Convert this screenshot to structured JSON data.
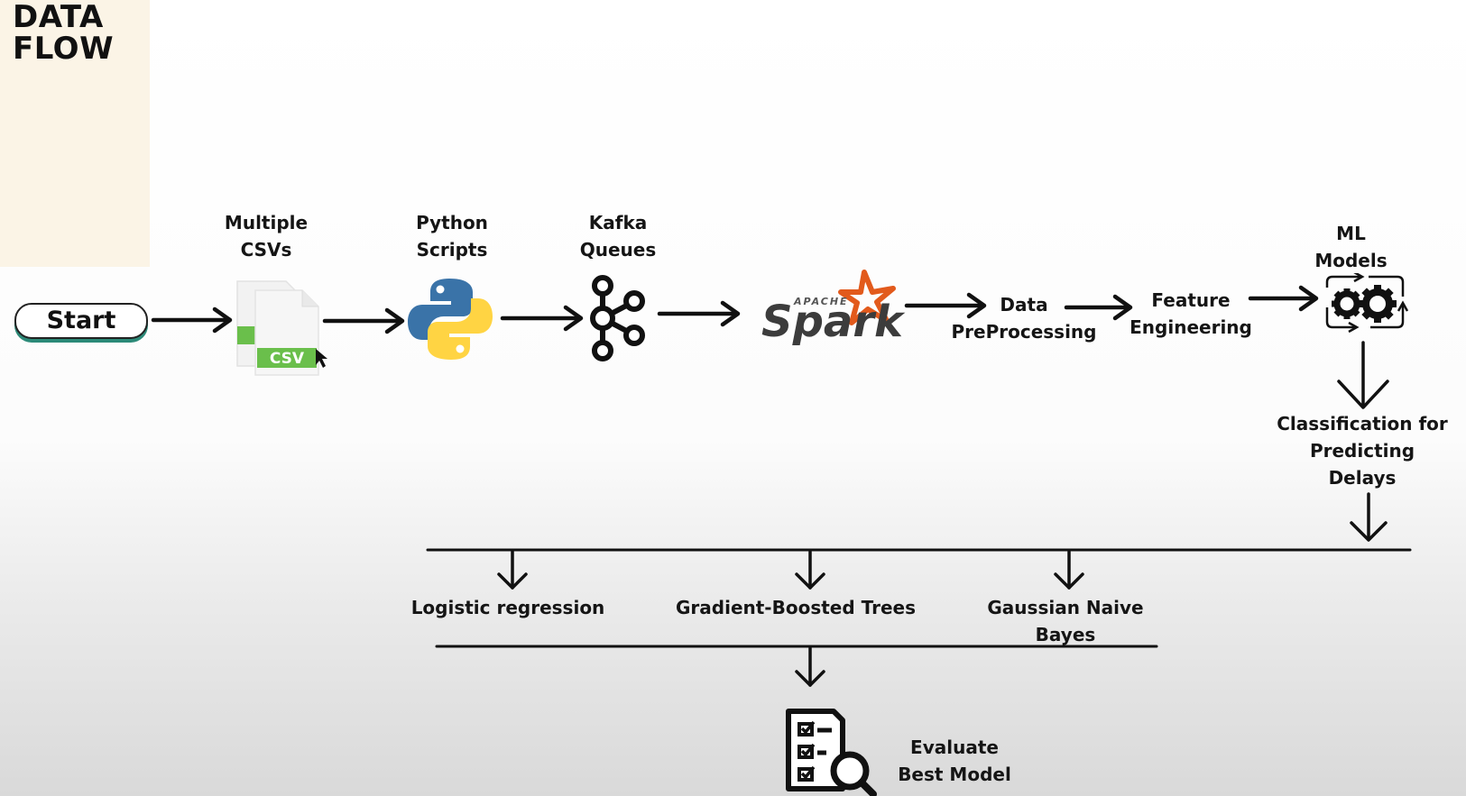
{
  "header": {
    "title": "DATA\nFLOW"
  },
  "start": {
    "label": "Start"
  },
  "pipeline": [
    {
      "id": "csvs",
      "label": "Multiple\nCSVs",
      "icon": "csv-files-icon",
      "badge": "CSV"
    },
    {
      "id": "python",
      "label": "Python\nScripts",
      "icon": "python-logo-icon"
    },
    {
      "id": "kafka",
      "label": "Kafka\nQueues",
      "icon": "kafka-logo-icon"
    },
    {
      "id": "spark",
      "label": "",
      "icon": "apache-spark-logo-icon",
      "logo_small": "APACHE",
      "logo_main": "Spark"
    },
    {
      "id": "preprocessing",
      "label": "Data\nPreProcessing"
    },
    {
      "id": "feature-eng",
      "label": "Feature\nEngineering"
    },
    {
      "id": "ml-models",
      "label": "ML\nModels",
      "icon": "gears-icon"
    }
  ],
  "classification": {
    "label": "Classification for\nPredicting\nDelays"
  },
  "models": [
    {
      "label": "Logistic regression"
    },
    {
      "label": "Gradient-Boosted Trees"
    },
    {
      "label": "Gaussian Naive Bayes"
    }
  ],
  "evaluate": {
    "label": "Evaluate\nBest Model",
    "icon": "evaluation-checklist-icon"
  },
  "colors": {
    "title_panel": "#fbf4e6",
    "start_shadow": "#2c8a78",
    "csv_green": "#6abf4b",
    "python_blue": "#3a73a8",
    "python_yellow": "#ffd443",
    "spark_orange": "#e25a1c",
    "ink": "#111111"
  }
}
